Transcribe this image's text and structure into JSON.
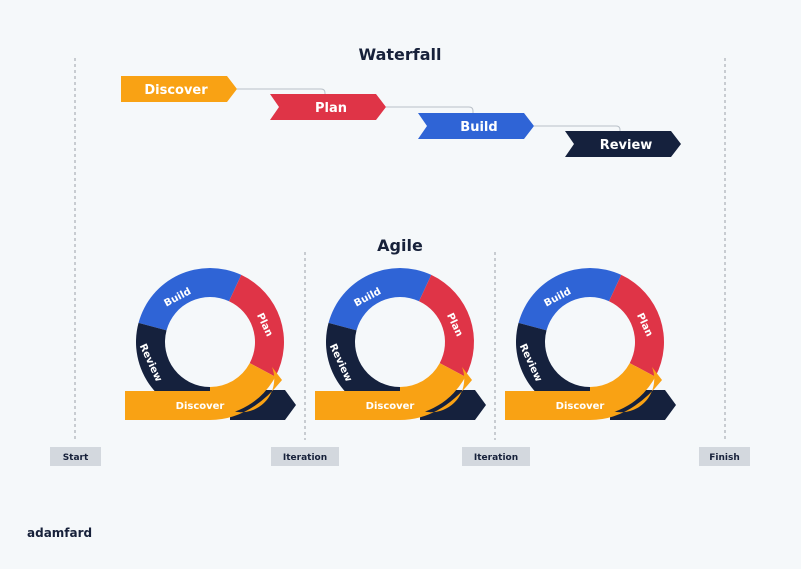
{
  "waterfall": {
    "title": "Waterfall",
    "steps": [
      "Discover",
      "Plan",
      "Build",
      "Review"
    ]
  },
  "agile": {
    "title": "Agile",
    "cycle": {
      "build": "Build",
      "plan": "Plan",
      "review": "Review",
      "discover": "Discover"
    },
    "iterations": 3
  },
  "timeline": [
    "Start",
    "Iteration",
    "Iteration",
    "Finish"
  ],
  "logo": "adamfard",
  "colors": {
    "discover": "#f9a214",
    "plan": "#df3447",
    "build": "#2f64d6",
    "review": "#15213d",
    "connector": "#b9c0c8",
    "label_bg": "#d3d8de",
    "dash": "#9aa1a8"
  }
}
